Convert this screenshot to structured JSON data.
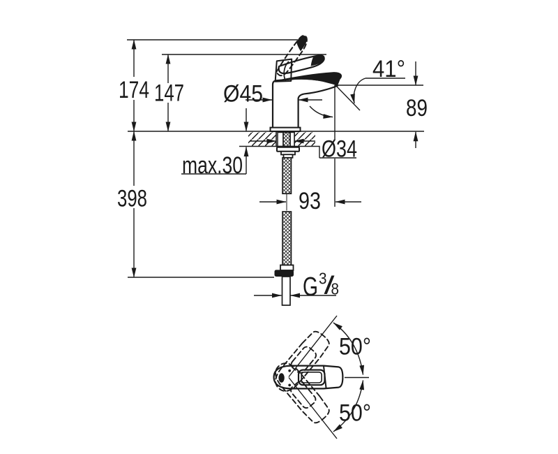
{
  "side_view": {
    "dim_total_height": "174",
    "dim_lever_height": "147",
    "dim_body_diameter": "Ø45",
    "dim_spout_angle": "41°",
    "dim_spout_height": "89",
    "dim_hole_diameter": "Ø34",
    "dim_max_deck_thickness": "max.30",
    "dim_hose_drop": "398",
    "dim_spout_reach": "93",
    "thread_label": {
      "prefix": "G",
      "numerator": "3",
      "slash": "/",
      "denominator": "8"
    }
  },
  "top_view": {
    "dim_swivel_up": "50°",
    "dim_swivel_down": "50°"
  },
  "colors": {
    "line": "#1a1a1a",
    "background": "#ffffff"
  }
}
